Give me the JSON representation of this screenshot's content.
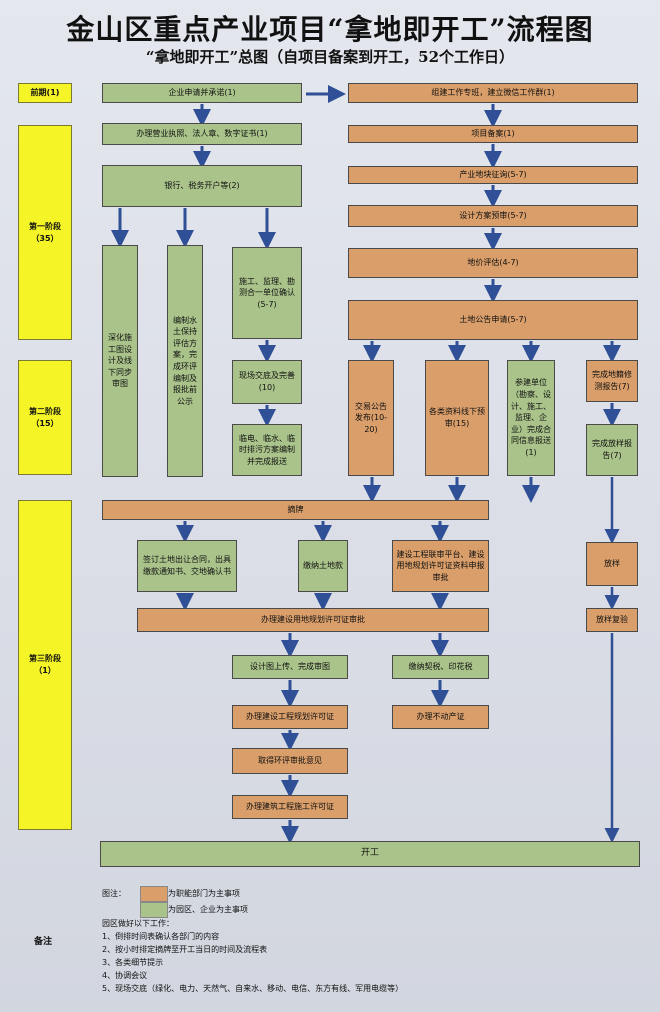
{
  "title": "金山区重点产业项目“拿地即开工”流程图",
  "subtitle": "“拿地即开工”总图（自项目备案到开工，52个工作日）",
  "stages": {
    "s0": "前期(1)",
    "s1": "第一阶段（35）",
    "s2": "第二阶段（15）",
    "s3": "第三阶段（1）"
  },
  "nodes": {
    "n01": "企业申请并承诺(1)",
    "n02": "组建工作专班，建立微信工作群(1)",
    "n03": "办理营业执照、法人章、数字证书(1)",
    "n04": "项目备案(1)",
    "n05": "银行、税务开户等(2)",
    "n06": "产业地块征询(5-7)",
    "n07": "设计方案预审(5-7)",
    "n08": "地价评估(4-7)",
    "n09": "土地公告申请(5-7)",
    "n10": "深化施工图设计及线下同步审图",
    "n11": "编制水土保持评估方案，完成环评编制及报批前公示",
    "n12": "施工、监理、勘测合一单位确认(5-7)",
    "n13": "现场交底及完善(10)",
    "n14": "临电、临水、临时排污方案编制并完成报送",
    "n15": "交易公告发布(10-20)",
    "n16": "各类资料线下预审(15)",
    "n17": "参建单位（勘察、设计、施工、监理、企业）完成合同信息报送(1)",
    "n18": "完成地籍修测报告(7)",
    "n19": "完成放样报告(7)",
    "n20": "摘牌",
    "n21": "签订土地出让合同，出具缴款通知书、交地确认书",
    "n22": "缴纳土地款",
    "n23": "建设工程联审平台、建设用地规划许可证资料申报审批",
    "n24": "放样",
    "n25": "办理建设用地规划许可证审批",
    "n26": "放样复验",
    "n27": "设计图上传、完成审图",
    "n28": "缴纳契税、印花税",
    "n29": "办理建设工程规划许可证",
    "n30": "办理不动产证",
    "n31": "取得环评审批意见",
    "n32": "办理建筑工程施工许可证",
    "n33": "开工"
  },
  "legend": {
    "label": "图注：",
    "orange": "为职能部门为主事项",
    "green": "为园区、企业为主事项",
    "orange_color": "#d99e6a",
    "green_color": "#a9c38a"
  },
  "notes": {
    "label": "备注",
    "intro": "园区做好以下工作：",
    "items": [
      "1、倒排时间表确认各部门的内容",
      "2、按小时排定摘牌至开工当日的时间及流程表",
      "3、各类细节提示",
      "4、协调会议",
      "5、现场交底（绿化、电力、天然气、自来水、移动、电信、东方有线、军用电缆等）"
    ]
  },
  "colors": {
    "stage": "#f4f427",
    "arrow": "#2f4f96"
  }
}
